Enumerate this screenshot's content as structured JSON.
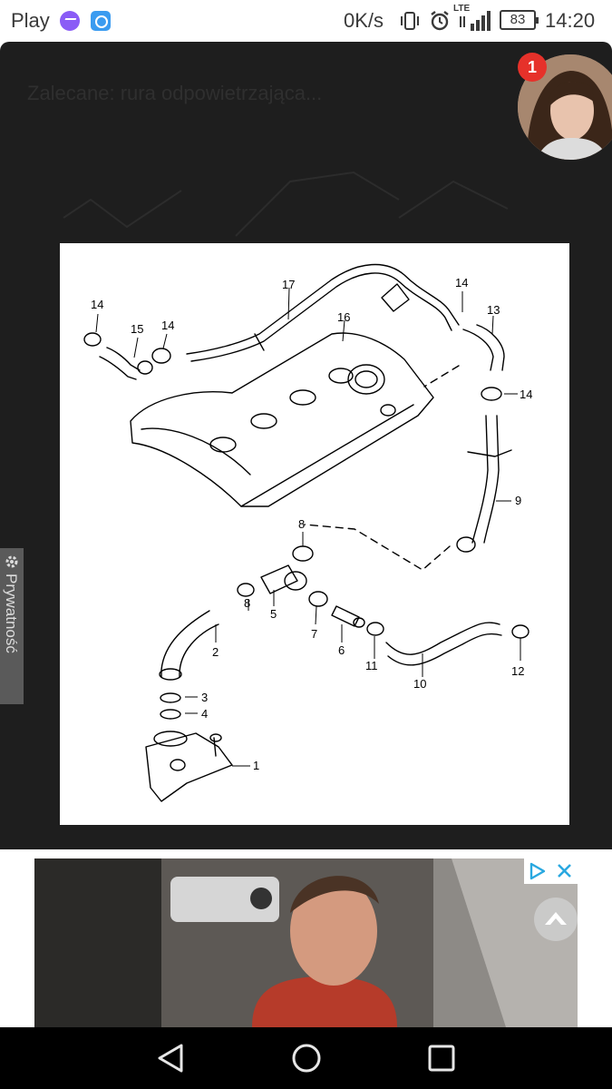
{
  "status_bar": {
    "carrier": "Play",
    "network_speed": "0K/s",
    "lte": "LTE",
    "battery": "83",
    "time": "14:20",
    "icons": [
      "messenger-icon",
      "app-icon",
      "vibrate-icon",
      "alarm-icon",
      "signal-icon",
      "battery-icon"
    ]
  },
  "background_page": {
    "title": "Zalecane: rura odpowietrzająca..."
  },
  "diagram": {
    "part_numbers": [
      "1",
      "2",
      "3",
      "4",
      "5",
      "6",
      "7",
      "8",
      "8",
      "9",
      "10",
      "11",
      "12",
      "13",
      "14",
      "14",
      "14",
      "14",
      "15",
      "16",
      "17"
    ]
  },
  "privacy_tab": {
    "label": "Prywatność"
  },
  "chat_head": {
    "unread_count": "1"
  },
  "ad": {
    "choices_icon": "ad-choices-icon",
    "close_icon": "close-icon",
    "scroll_top_icon": "scroll-up-icon"
  },
  "nav_bar": {
    "icons": [
      "back-icon",
      "home-icon",
      "recent-apps-icon"
    ]
  },
  "colors": {
    "dark_bg": "#1e1e1e",
    "badge": "#e6312a",
    "nav_bg": "#000000"
  }
}
